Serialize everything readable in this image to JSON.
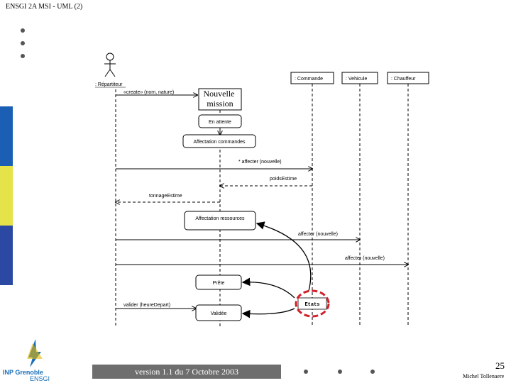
{
  "header": {
    "title": "ENSGI 2A MSI - UML (2)"
  },
  "diagram": {
    "actor": {
      "label": ": Répartiteur"
    },
    "lifelines": [
      {
        "label": ": Commande"
      },
      {
        "label": ": Vehicule"
      },
      {
        "label": ": Chauffeur"
      }
    ],
    "messages": {
      "create": "«create» (nom, nature)",
      "affecter_commande": "* affecter (nouvelle)",
      "poids": "poidsEstime",
      "tonnage": "tonnageEstime",
      "affecter_vehicule": "affecter (nouvelle)",
      "affecter_chauffeur": "affecter (nouvelle)",
      "valider": "valider (heureDepart)"
    },
    "new_object": {
      "label": "Nouvelle mission"
    },
    "states": {
      "en_attente": "En attente",
      "affectation_commandes": "Affectation commandes",
      "affectation_ressources": "Affectation ressources",
      "prete": "Prête",
      "validee": "Validée"
    },
    "annotation": {
      "label": "Etats"
    }
  },
  "footer": {
    "version": "version 1.1 du 7 Octobre 2003",
    "page": "25",
    "author": "Michel Tollenaere"
  },
  "logo": {
    "text": "INP Grenoble",
    "sub": "ENSGI"
  },
  "colors": {
    "band_blue": "#1a5fb4",
    "band_yellow": "#e6e24a",
    "band_blue2": "#2b49a3",
    "annotation_red": "#d0202a",
    "footer_gray": "#6e6e6e"
  }
}
